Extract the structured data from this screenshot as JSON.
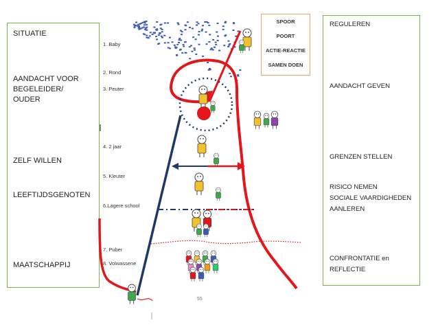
{
  "left_panel": {
    "items": [
      {
        "label": "SITUATIE"
      },
      {
        "label": "AANDACHT VOOR\nBEGELEIDER/\nOUDER"
      },
      {
        "label": "ZELF WILLEN"
      },
      {
        "label": "LEEFTIJDSGENOTEN"
      },
      {
        "label": "MAATSCHAPPIJ"
      }
    ]
  },
  "right_panel": {
    "items": [
      {
        "label": "REGULEREN"
      },
      {
        "label": "AANDACHT GEVEN"
      },
      {
        "label": "GRENZEN STELLEN"
      },
      {
        "label": "RISICO NEMEN\nSOCIALE VAARDIGHEDEN\nAANLEREN"
      },
      {
        "label": "CONFRONTATIE en\nREFLECTIE"
      }
    ]
  },
  "stages": [
    {
      "label": "1. Baby"
    },
    {
      "label": "2. Rond"
    },
    {
      "label": "3. Peuter"
    },
    {
      "label": "4. 2 jaar"
    },
    {
      "label": "5. Kleuter"
    },
    {
      "label": "6.Lagere school"
    },
    {
      "label": "7. Puber"
    },
    {
      "label": "8. Volwassene"
    }
  ],
  "legend": {
    "items": [
      {
        "label": "SPOOR"
      },
      {
        "label": "POORT"
      },
      {
        "label": "ACTIE-REACTIE"
      },
      {
        "label": "SAMEN DOEN"
      }
    ]
  },
  "page_number": "55",
  "colors": {
    "box_border": "#7fb24a",
    "legend_border": "#f2a36b",
    "red": "#e3161b",
    "navy": "#1f3864",
    "dots": "#3b5bb5"
  }
}
